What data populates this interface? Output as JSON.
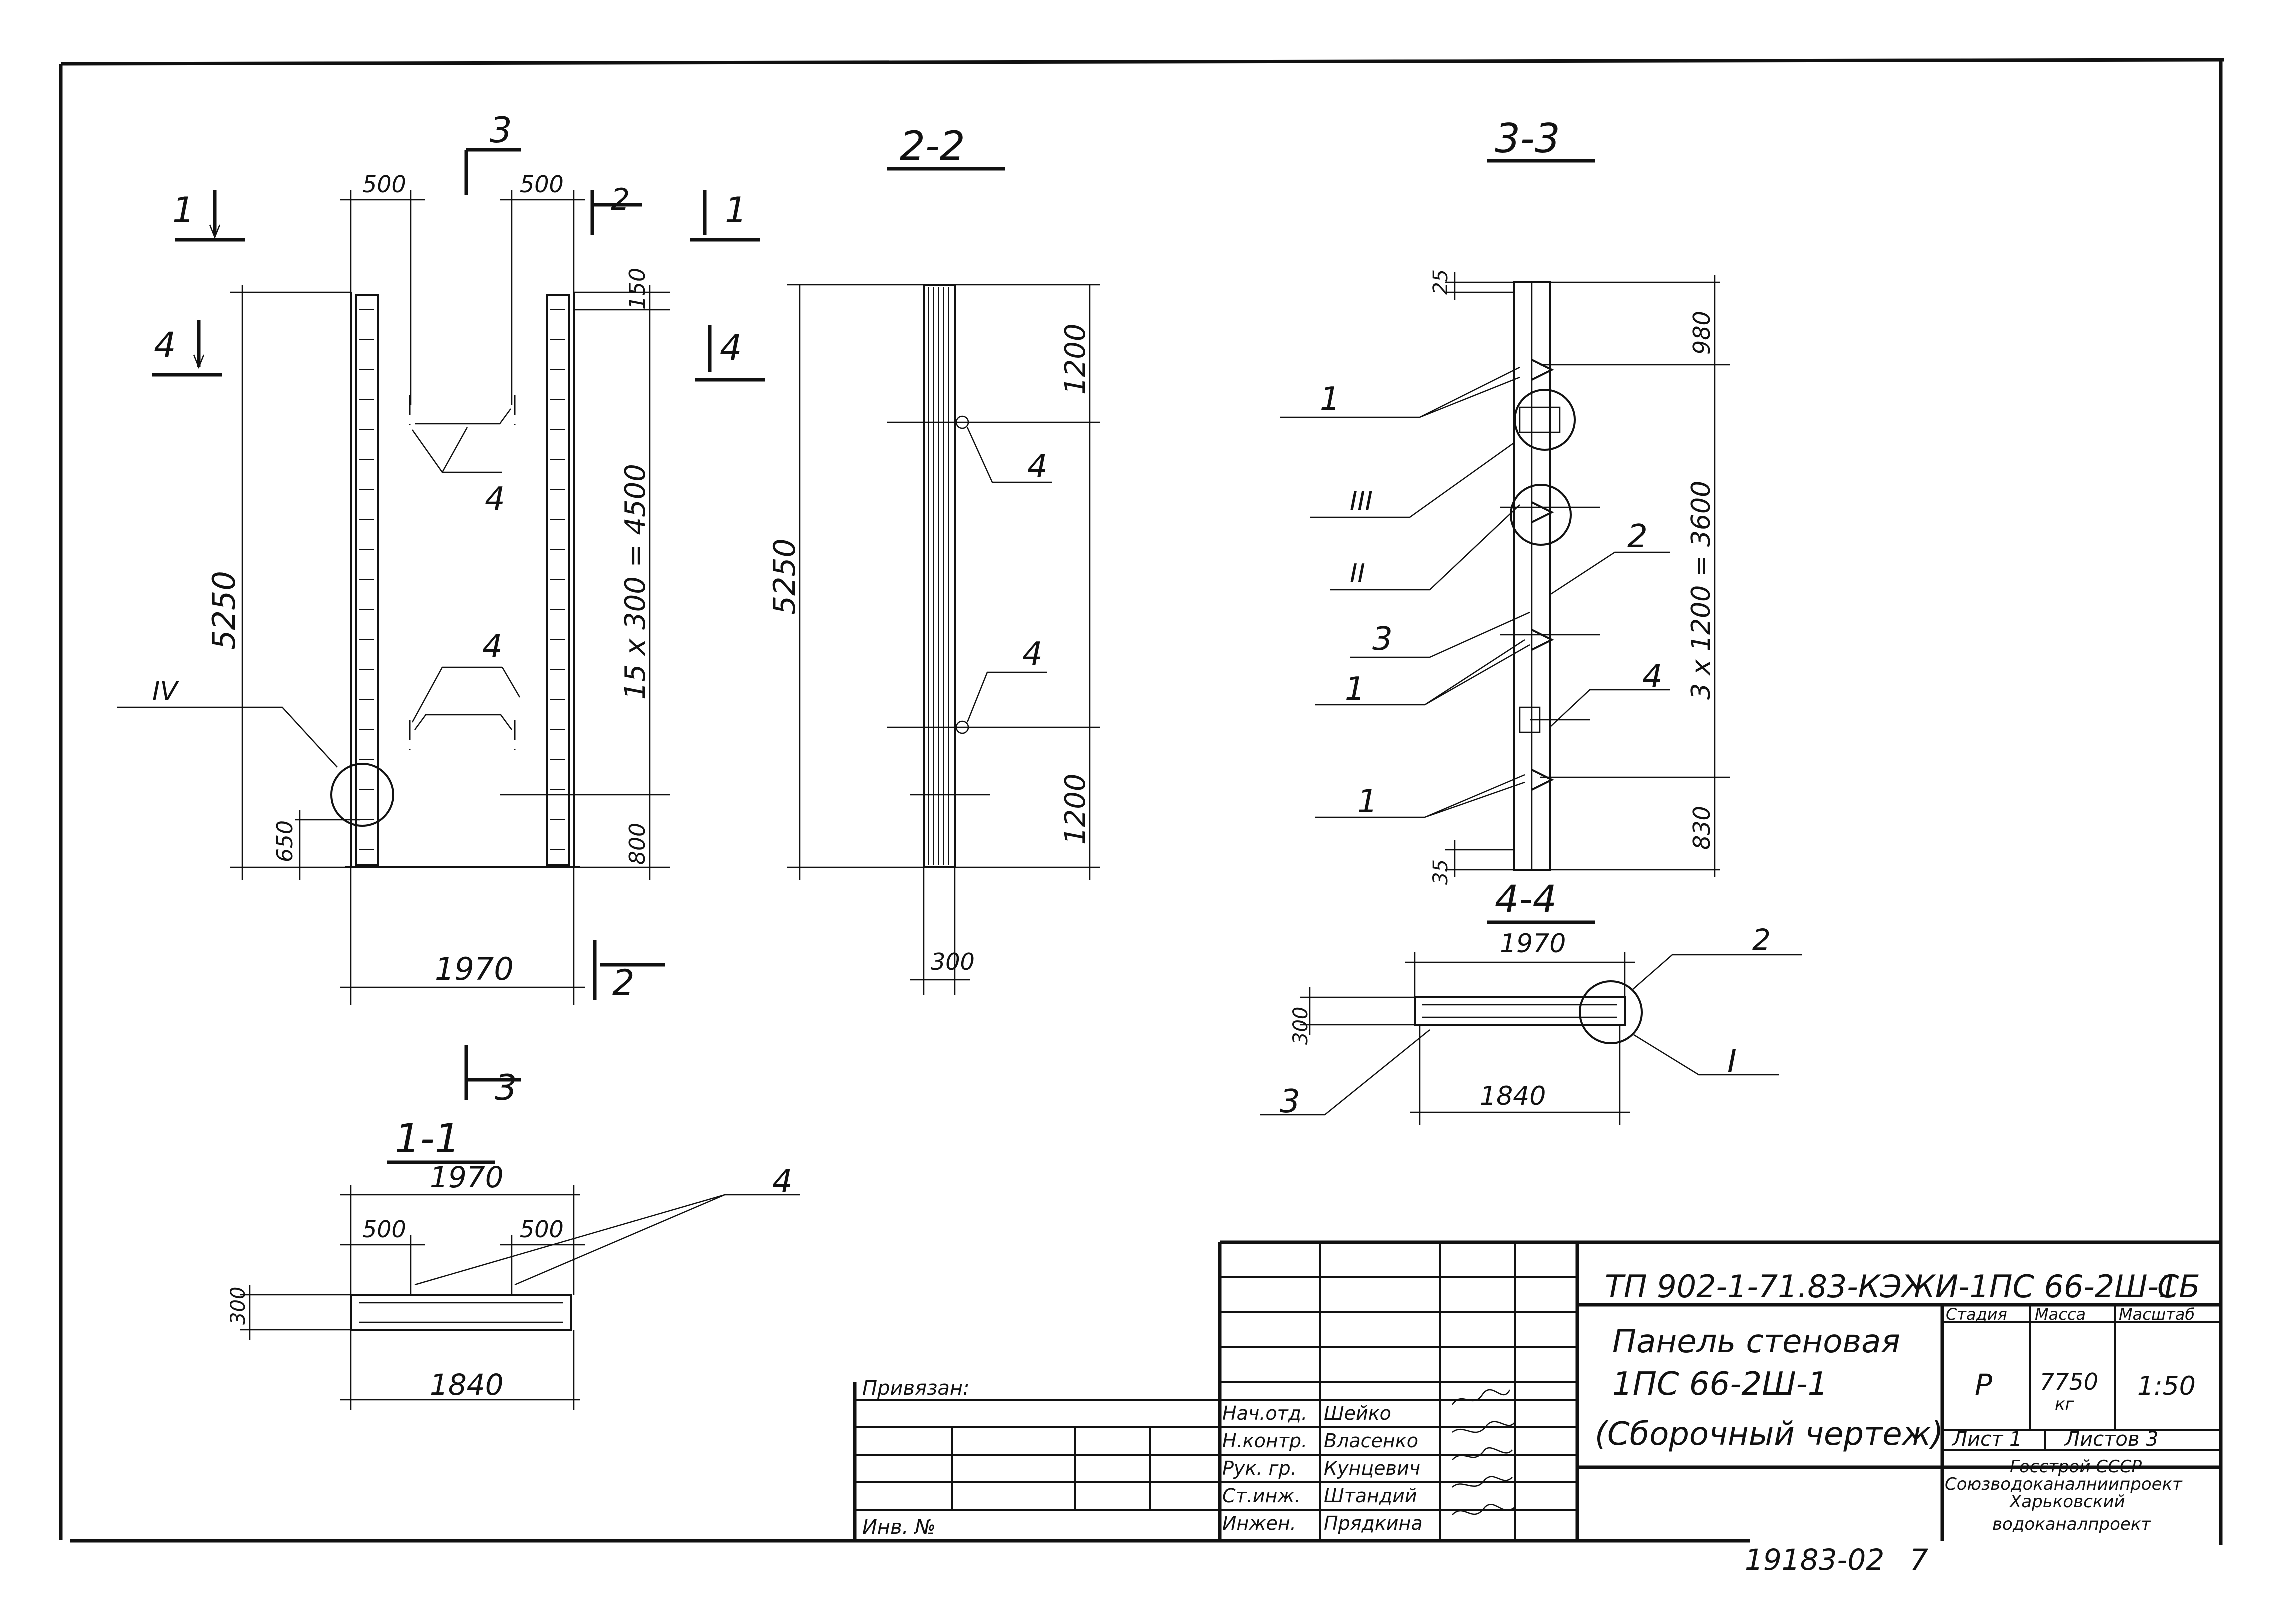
{
  "sections": {
    "s11": "1-1",
    "s22": "2-2",
    "s33": "3-3",
    "s44": "4-4"
  },
  "cut_marks": {
    "m1": "1",
    "m2": "2",
    "m3": "3",
    "m4": "4"
  },
  "dims": {
    "d500": "500",
    "d150": "150",
    "d5250": "5250",
    "d15x300": "15 x 300 = 4500",
    "d650": "650",
    "d800": "800",
    "d1970": "1970",
    "d1200": "1200",
    "d300": "300",
    "d25": "25",
    "d35": "35",
    "d980": "980",
    "d3x1200": "3 x 1200 = 3600",
    "d830": "830",
    "d1840": "1840"
  },
  "callouts": {
    "c1": "1",
    "c2": "2",
    "c3": "3",
    "c4": "4",
    "rI": "I",
    "rII": "II",
    "rIII": "III",
    "rIV": "IV"
  },
  "title_block": {
    "doc_code": "ТП 902-1-71.83-КЭЖИ-1ПС 66-2Ш-1",
    "doc_suffix": "СБ",
    "title_line1": "Панель стеновая",
    "title_line2": "1ПС 66-2Ш-1",
    "title_line3": "(Сборочный чертеж)",
    "col_stage": "Стадия",
    "col_mass": "Масса",
    "col_scale": "Масштаб",
    "stage": "Р",
    "mass": "7750",
    "mass_unit": "кг",
    "scale": "1:50",
    "sheet": "Лист 1",
    "sheets": "Листов 3",
    "org1": "Госстрой СССР",
    "org2": "Союзводоканалниипроект",
    "org3": "Харьковский",
    "org4": "водоканалпроект",
    "bound": "Привязан:",
    "inv": "Инв. №",
    "roles": [
      "Нач.отд.",
      "Н.контр.",
      "Рук. гр.",
      "Ст.инж.",
      "Инжен."
    ],
    "names": [
      "Шейко",
      "Власенко",
      "Кунцевич",
      "Штандий",
      "Прядкина"
    ]
  },
  "footer_code": "19183-02",
  "footer_page": "7"
}
